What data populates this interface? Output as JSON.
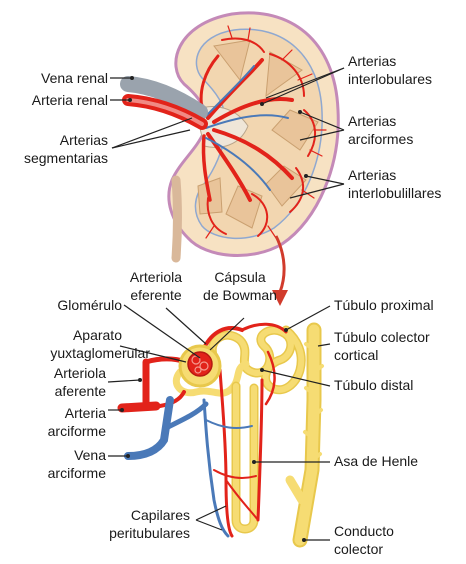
{
  "colors": {
    "artery": "#e2231a",
    "vein": "#4a79b8",
    "tubule": "#f6dc73",
    "kidney_tissue": "#f7e2c3",
    "medulla": "#e9c49a",
    "capsule": "#c48ab8",
    "arrow": "#d13b2c",
    "leader": "#222222"
  },
  "labels": {
    "vena_renal": "Vena renal",
    "arteria_renal": "Arteria renal",
    "arterias_segmentarias": [
      "Arterias",
      "segmentarias"
    ],
    "arterias_interlobulares": [
      "Arterias",
      "interlobulares"
    ],
    "arterias_arciformes": [
      "Arterias",
      "arciformes"
    ],
    "arterias_interlobulillares": [
      "Arterias",
      "interlobulillares"
    ],
    "arteriola_eferente": [
      "Arteriola",
      "eferente"
    ],
    "capsula_bowman": [
      "Cápsula",
      "de Bowman"
    ],
    "glomerulo": "Glomérulo",
    "aparato_yuxtaglomerular": [
      "Aparato",
      "yuxtaglomerular"
    ],
    "arteriola_aferente": [
      "Arteriola",
      "aferente"
    ],
    "arteria_arciforme": [
      "Arteria",
      "arciforme"
    ],
    "vena_arciforme": [
      "Vena",
      "arciforme"
    ],
    "capilares_peritubulares": [
      "Capilares",
      "peritubulares"
    ],
    "tubulo_proximal": "Túbulo proximal",
    "tubulo_colector_cortical": [
      "Túbulo colector",
      "cortical"
    ],
    "tubulo_distal": "Túbulo distal",
    "asa_henle": "Asa de Henle",
    "conducto_colector": [
      "Conducto",
      "colector"
    ]
  }
}
